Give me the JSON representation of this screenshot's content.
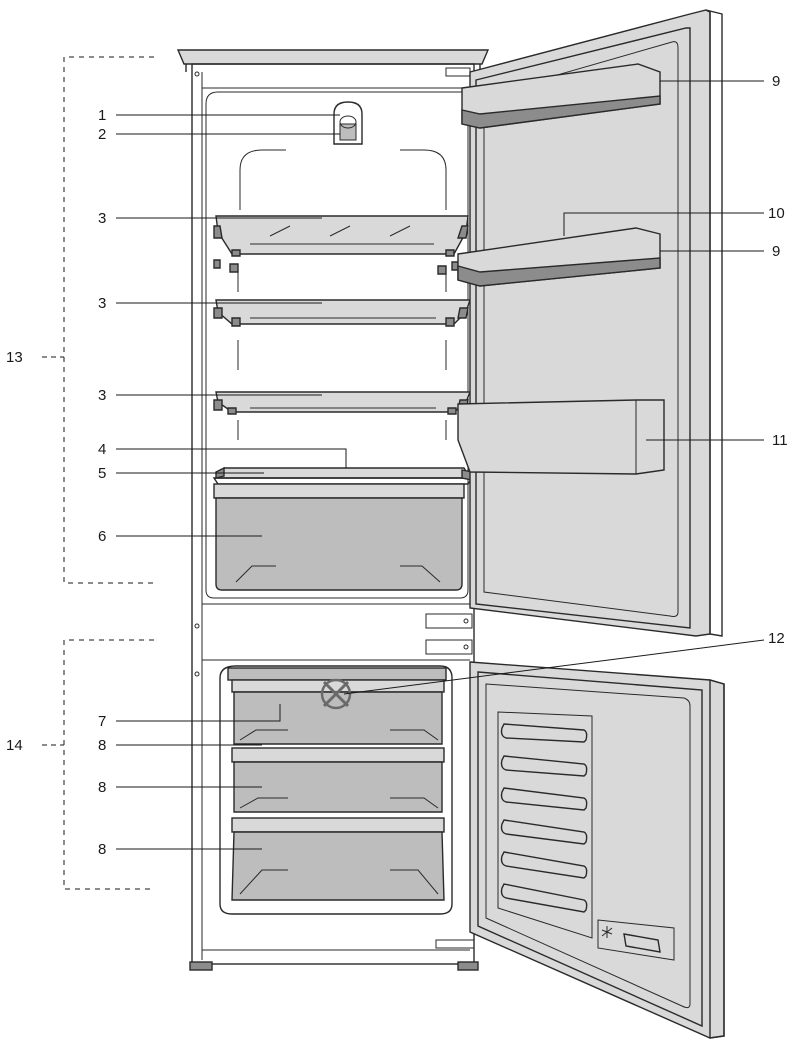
{
  "callouts": {
    "c1": "1",
    "c2": "2",
    "c3a": "3",
    "c3b": "3",
    "c3c": "3",
    "c4": "4",
    "c5": "5",
    "c6": "6",
    "c7": "7",
    "c8a": "8",
    "c8b": "8",
    "c8c": "8",
    "c9a": "9",
    "c9b": "9",
    "c10": "10",
    "c11": "11",
    "c12": "12",
    "c13": "13",
    "c14": "14"
  },
  "colors": {
    "line": "#2a2a2a",
    "part_fill": "#bdbdbd",
    "dark_fill": "#8c8c8c"
  }
}
